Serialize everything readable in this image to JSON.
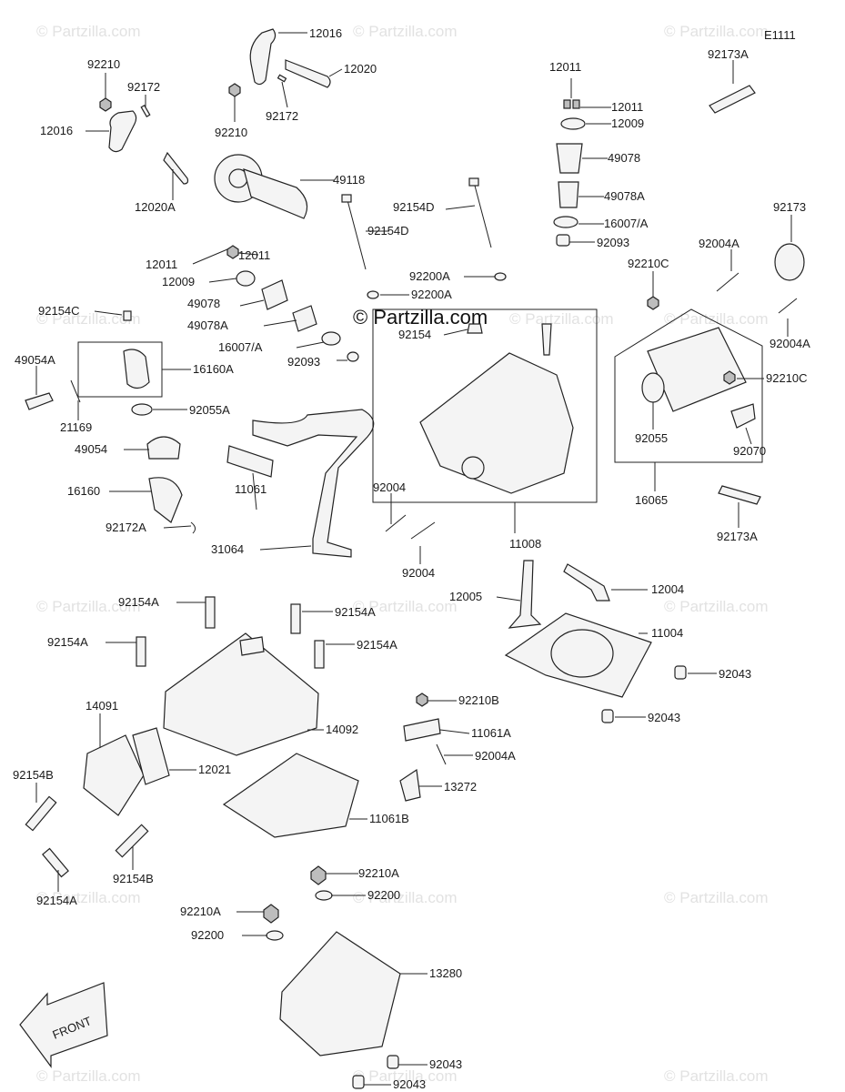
{
  "diagram_code": "E1111",
  "watermarks": [
    {
      "text": "© Partzilla.com"
    },
    {
      "text": "© Partzilla.com"
    },
    {
      "text": "© Partzilla.com"
    },
    {
      "text": "© Partzilla.com"
    },
    {
      "text": "© Partzilla.com"
    },
    {
      "text": "© Partzilla.com"
    },
    {
      "text": "© Partzilla.com"
    },
    {
      "text": "© Partzilla.com"
    },
    {
      "text": "© Partzilla.com"
    },
    {
      "text": "© Partzilla.com"
    },
    {
      "text": "© Partzilla.com"
    },
    {
      "text": "© Partzilla.com"
    },
    {
      "text": "© Partzilla.com"
    },
    {
      "text": "© Partzilla.com"
    },
    {
      "text": "© Partzilla.com"
    }
  ],
  "center_watermark": "© Partzilla.com",
  "front_label": "FRONT",
  "labels": [
    "12016",
    "12020",
    "92210",
    "92172",
    "92172",
    "12016",
    "92210",
    "49118",
    "12020A",
    "12011",
    "12011",
    "12009",
    "49078",
    "49078A",
    "16007/A",
    "92093",
    "92173A",
    "92154D",
    "92154D",
    "12011",
    "12011",
    "12009",
    "49078",
    "49078A",
    "16007/A",
    "92093",
    "92200A",
    "92200A",
    "92154C",
    "92154",
    "92210C",
    "92004A",
    "92173",
    "92004A",
    "49054A",
    "16160A",
    "92055A",
    "21169",
    "49054",
    "11061",
    "16160",
    "92172A",
    "31064",
    "92004",
    "92004",
    "11008",
    "92210C",
    "92055",
    "92070",
    "16065",
    "92173A",
    "12005",
    "12004",
    "11004",
    "92043",
    "92043",
    "92154A",
    "92154A",
    "92154A",
    "92154A",
    "14091",
    "14092",
    "92154B",
    "12021",
    "92210B",
    "11061A",
    "92004A",
    "13272",
    "11061B",
    "92154B",
    "92154A",
    "92210A",
    "92200",
    "92210A",
    "92200",
    "13280",
    "92043",
    "92043"
  ]
}
